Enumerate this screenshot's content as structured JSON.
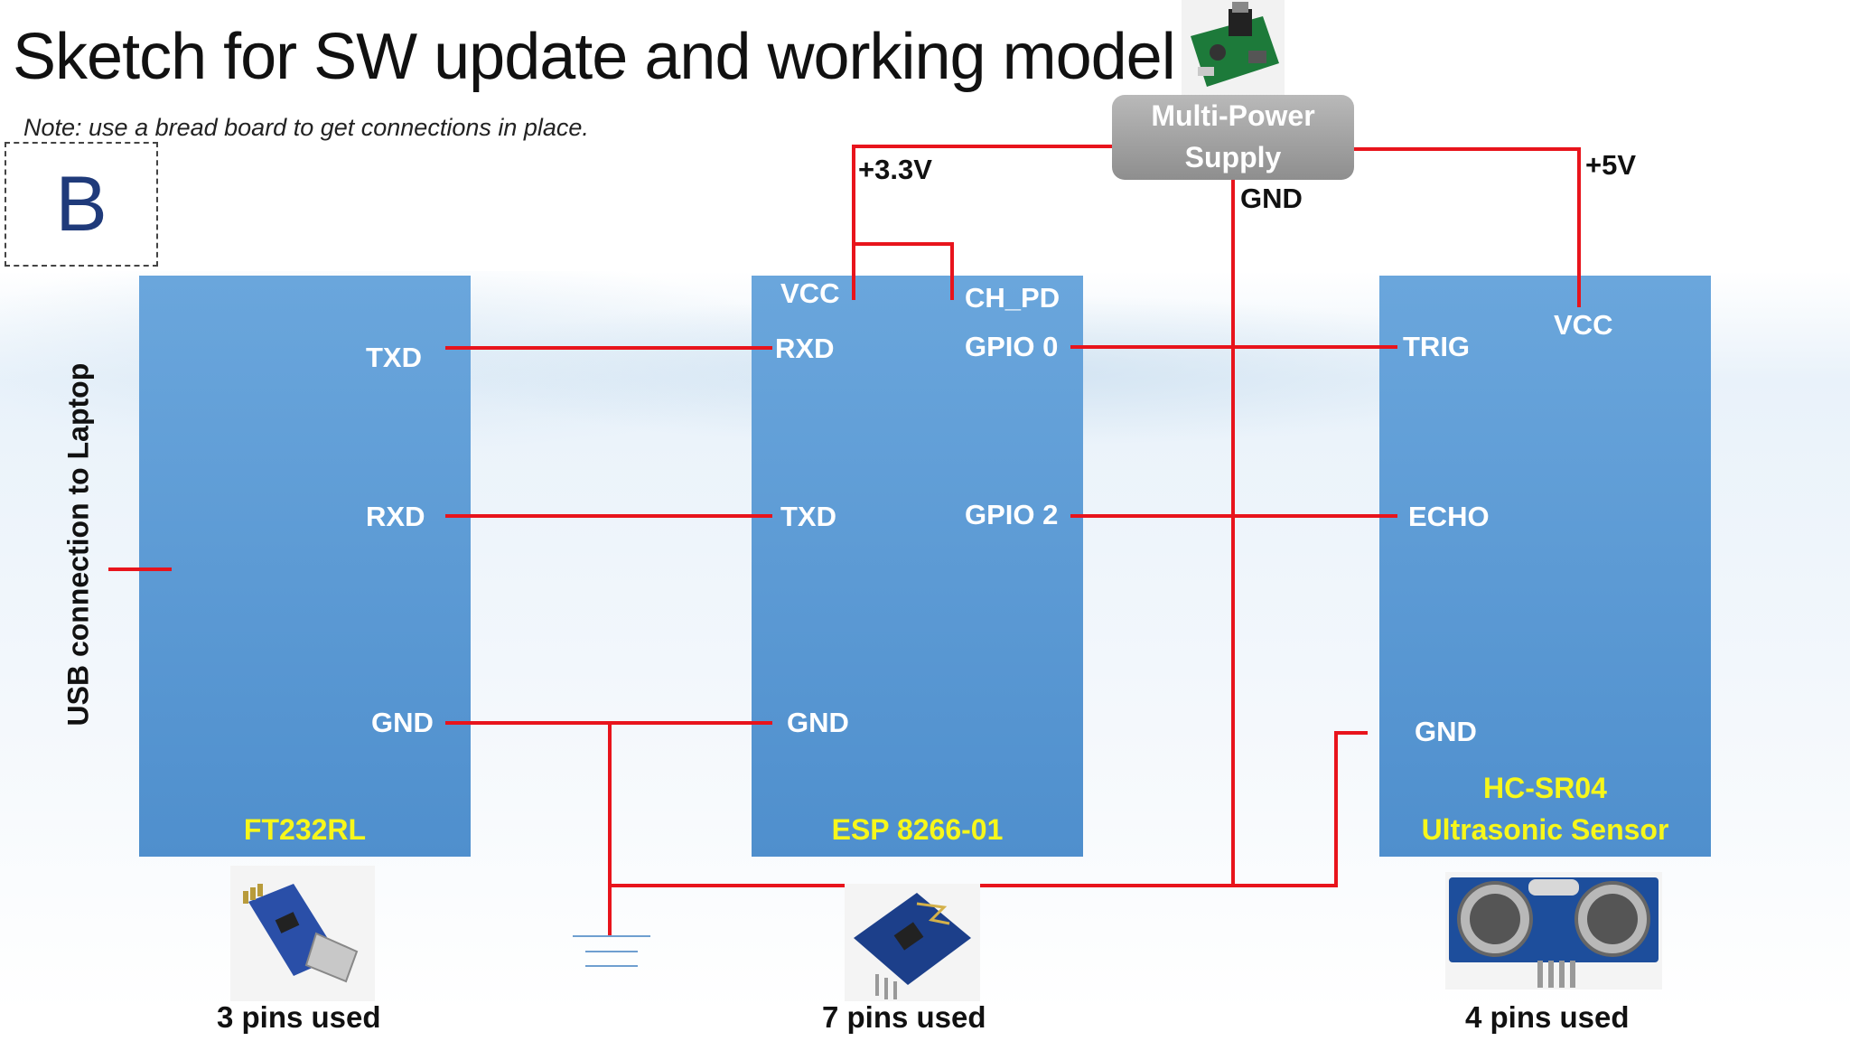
{
  "title": "Sketch for SW update and working model",
  "note": "Note: use a bread board to get connections in place.",
  "variant_label": "B",
  "usb_label": "USB connection to Laptop",
  "power_supply": {
    "label_line1": "Multi-Power",
    "label_line2": "Supply"
  },
  "rails": {
    "v33": "+3.3V",
    "v5": "+5V",
    "gnd": "GND"
  },
  "ft232": {
    "name": "FT232RL",
    "pins": {
      "txd": "TXD",
      "rxd": "RXD",
      "gnd": "GND"
    },
    "pins_used": "3 pins used"
  },
  "esp": {
    "name": "ESP 8266-01",
    "pins": {
      "vcc": "VCC",
      "ch_pd": "CH_PD",
      "rxd": "RXD",
      "gpio0": "GPIO 0",
      "txd": "TXD",
      "gpio2": "GPIO 2",
      "gnd": "GND"
    },
    "pins_used": "7 pins used"
  },
  "hcsr04": {
    "name_line1": "HC-SR04",
    "name_line2": "Ultrasonic Sensor",
    "pins": {
      "trig": "TRIG",
      "vcc": "VCC",
      "echo": "ECHO",
      "gnd": "GND"
    },
    "pins_used": "4 pins used"
  },
  "colors": {
    "wire": "#e8141c",
    "module": "#5b9bd5",
    "module_label": "#f7f71a",
    "psu": "#a0a0a0"
  },
  "icons": {
    "psu_photo": "power-board-photo",
    "ft232_photo": "usb-serial-adapter-photo",
    "esp_photo": "esp8266-module-photo",
    "hcsr04_photo": "ultrasonic-sensor-photo",
    "ground": "ground-symbol"
  }
}
